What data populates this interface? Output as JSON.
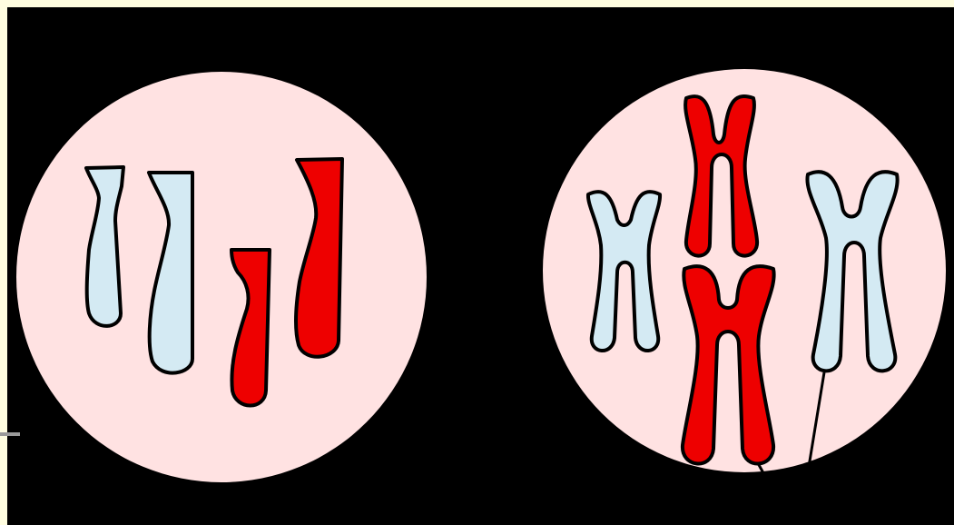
{
  "colors": {
    "frame": "#fffde0",
    "background": "#000000",
    "cell": "#ffe2e2",
    "chromosome_blue": "#d4eaf3",
    "chromosome_red": "#ee0000",
    "outline": "#000000"
  },
  "left_cell": {
    "phase": "unreplicated",
    "chromosomes": [
      {
        "color": "blue",
        "form": "single-chromatid"
      },
      {
        "color": "blue",
        "form": "single-chromatid"
      },
      {
        "color": "red",
        "form": "single-chromatid"
      },
      {
        "color": "red",
        "form": "single-chromatid"
      }
    ]
  },
  "right_cell": {
    "phase": "replicated",
    "chromosomes": [
      {
        "color": "blue",
        "form": "sister-chromatids"
      },
      {
        "color": "red",
        "form": "sister-chromatids"
      },
      {
        "color": "red",
        "form": "sister-chromatids"
      },
      {
        "color": "blue",
        "form": "sister-chromatids"
      }
    ]
  }
}
